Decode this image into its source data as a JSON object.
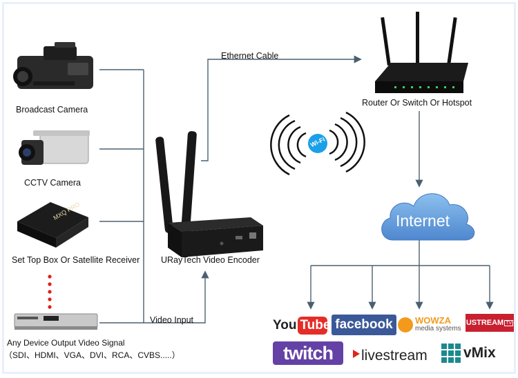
{
  "devices": {
    "broadcast_camera": "Broadcast Camera",
    "cctv_camera": "CCTV Camera",
    "set_top_box": "Set Top Box Or Satellite Receiver",
    "set_top_box_brand": "MXQ PRO",
    "any_device_line1": "Any Device Output Video Signal",
    "any_device_line2": "（SDI、HDMI、VGA、DVI、RCA、CVBS.....）"
  },
  "encoder": {
    "label": "URayTech Video Encoder"
  },
  "connections": {
    "video_input": "Video Input",
    "ethernet_cable": "Ethernet Cable"
  },
  "network": {
    "router": "Router Or Switch Or Hotspot",
    "wifi": "Wi-Fi",
    "internet": "Internet"
  },
  "platforms": {
    "youtube_a": "You",
    "youtube_b": "Tube",
    "facebook": "facebook",
    "wowza_a": "WOWZA",
    "wowza_b": "media systems",
    "ustream_a": "USTREAM",
    "ustream_b": "TV",
    "twitch": "twitch",
    "livestream": "livestream",
    "vmix": "vMix"
  },
  "colors": {
    "line": "#4a6070",
    "cloud": "#6aa0dc",
    "youtube_red": "#e52d27",
    "facebook_blue": "#3b5998",
    "wowza_orange": "#f39a1c",
    "ustream_red": "#c8202f",
    "twitch_purple": "#6441a5",
    "livestream_red": "#e0261b",
    "vmix_teal": "#1b8a8f"
  }
}
